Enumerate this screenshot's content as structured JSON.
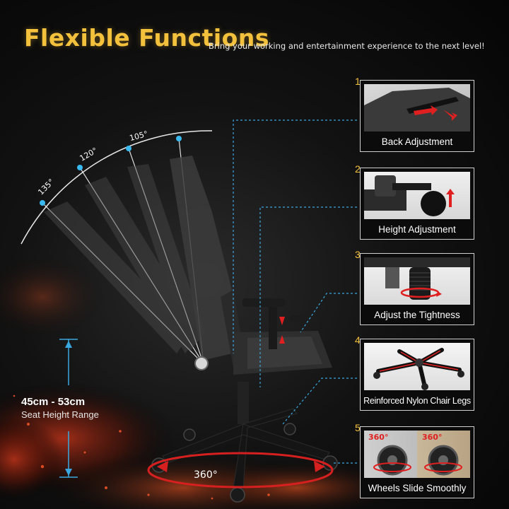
{
  "header": {
    "title": "Flexible Functions",
    "subtitle": "Bring your working and entertainment experience to the next level!"
  },
  "recline_angles": [
    "135°",
    "120°",
    "105°"
  ],
  "seat_height": {
    "range": "45cm - 53cm",
    "label": "Seat Height Range"
  },
  "rotation": {
    "label": "360°"
  },
  "features": [
    {
      "number": "1",
      "label": "Back Adjustment",
      "icon": "lever-arrow-icon"
    },
    {
      "number": "2",
      "label": "Height Adjustment",
      "icon": "gas-lift-lever-icon"
    },
    {
      "number": "3",
      "label": "Adjust the Tightness",
      "icon": "tension-knob-icon"
    },
    {
      "number": "4",
      "label": "Reinforced Nylon Chair Legs",
      "icon": "chair-base-icon"
    },
    {
      "number": "5",
      "label": "Wheels Slide Smoothly",
      "icon": "caster-wheel-icon",
      "thumb_badges": [
        "360°",
        "360°"
      ]
    }
  ],
  "colors": {
    "accent": "#f3c13c",
    "guide_line": "#3aa8e0",
    "arrow_red": "#e02020",
    "background": "#0a0a0a"
  }
}
